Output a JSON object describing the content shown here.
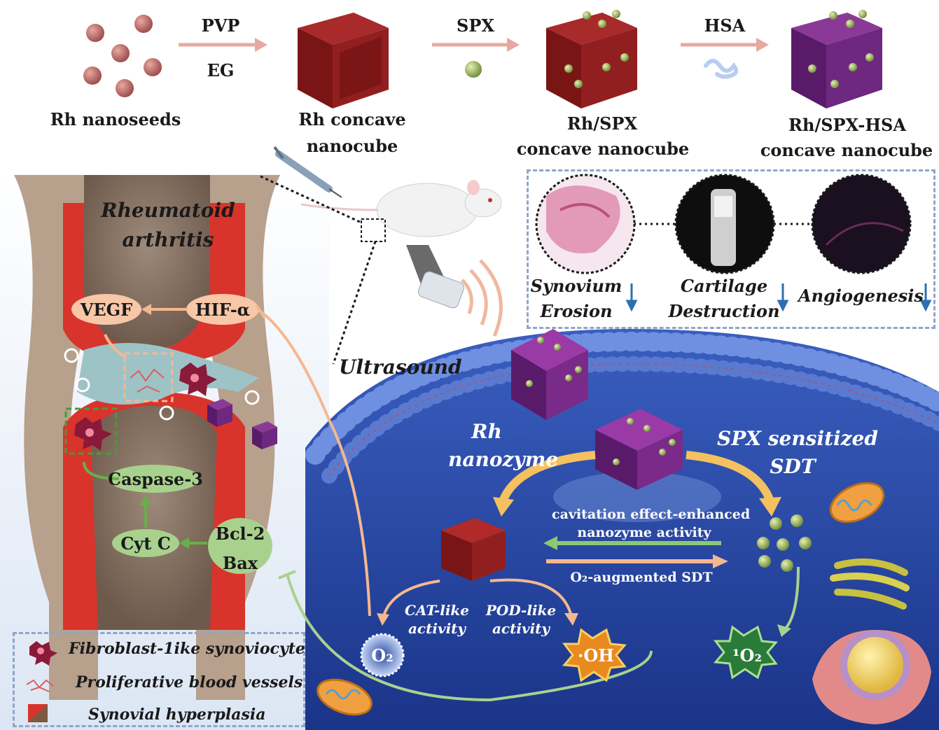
{
  "synthesis": {
    "seeds_label": "Rh nanoseeds",
    "arrow1_top": "PVP",
    "arrow1_bottom": "EG",
    "cube1_label_l1": "Rh concave",
    "cube1_label_l2": "nanocube",
    "arrow2_top": "SPX",
    "cube2_label_l1": "Rh/SPX",
    "cube2_label_l2": "concave nanocube",
    "arrow3_top": "HSA",
    "cube3_label_l1": "Rh/SPX-HSA",
    "cube3_label_l2": "concave nanocube"
  },
  "joint": {
    "title_l1": "Rheumatoid",
    "title_l2": "arthritis",
    "vegf": "VEGF",
    "hif": "HIF-α",
    "caspase": "Caspase-3",
    "cytc": "Cyt C",
    "bcl2": "Bcl-2",
    "bax": "Bax"
  },
  "outcomes": {
    "synovium_l1": "Synovium",
    "synovium_l2": "Erosion",
    "cartilage_l1": "Cartilage",
    "cartilage_l2": "Destruction",
    "angiogenesis": "Angiogenesis"
  },
  "ultrasound": "Ultrasound",
  "cell": {
    "rh_nanozyme_l1": "Rh",
    "rh_nanozyme_l2": "nanozyme",
    "spx_sdt_l1": "SPX sensitized",
    "spx_sdt_l2": "SDT",
    "cavitation_l1": "cavitation effect-enhanced",
    "cavitation_l2": "nanozyme activity",
    "o2_sdt": "O₂-augmented SDT",
    "cat_l1": "CAT-like",
    "cat_l2": "activity",
    "pod_l1": "POD-like",
    "pod_l2": "activity",
    "o2": "O₂",
    "oh": "·OH",
    "singlet_o2": "¹O₂"
  },
  "legend": {
    "fls": "Fibroblast-1ike synoviocyte",
    "vessels": "Proliferative blood vessels",
    "hyperplasia": "Synovial hyperplasia"
  },
  "colors": {
    "cube_red": "#8b1a1a",
    "cube_purple": "#6a1f6e",
    "cell_blue": "#1f3d8f",
    "pathway_green": "#a9d18e",
    "pathway_peach": "#f8c7a8"
  }
}
